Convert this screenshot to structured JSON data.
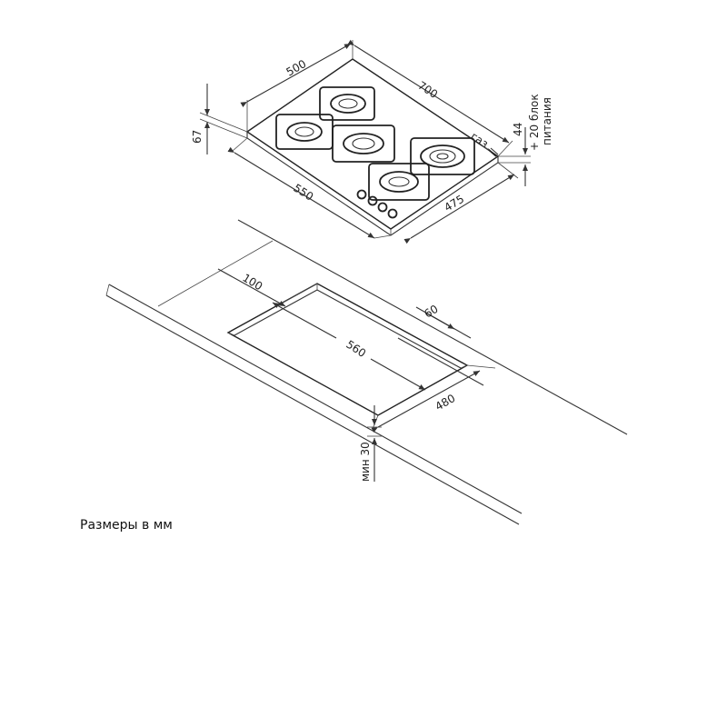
{
  "dimensions": {
    "hob_depth": "500",
    "hob_width": "700",
    "hob_height": "67",
    "side_height": "44",
    "front_length": "550",
    "rear_length": "475",
    "gas_label": "газ",
    "power_block_line1": "+ 20 блок",
    "power_block_line2": "питания",
    "edge_offset": "100",
    "side_offset": "60",
    "cutout_length": "560",
    "cutout_width": "480",
    "min_thickness": "мин 30"
  },
  "caption": "Размеры в мм"
}
